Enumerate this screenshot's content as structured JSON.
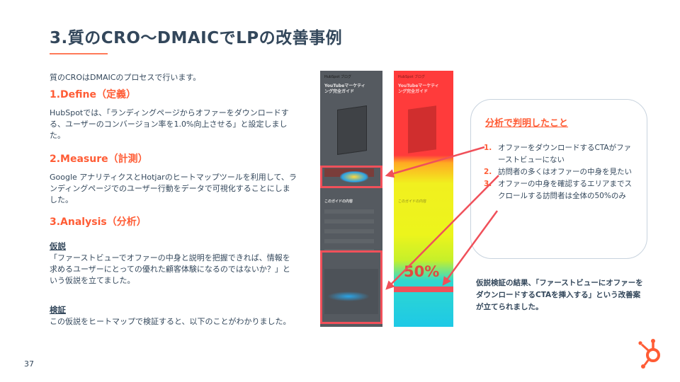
{
  "slide": {
    "title": "3.質のCRO〜DMAICでLPの改善事例",
    "page_number": "37"
  },
  "intro": "質のCROはDMAICのプロセスで行います。",
  "define": {
    "heading": "1.Define（定義）",
    "body": "HubSpotでは、「ランディングページからオファーをダウンロードする、ユーザーのコンバージョン率を1.0%向上させる」と設定しました。"
  },
  "measure": {
    "heading": "2.Measure（計測）",
    "body": "Google アナリティクスとHotjarのヒートマップツールを利用して、ランディングページでのユーザー行動をデータで可視化することにしました。"
  },
  "analysis": {
    "heading": "3.Analysis（分析）",
    "hypothesis_label": "仮説",
    "hypothesis_body": "「ファーストビューでオファーの中身と説明を把握できれば、情報を求めるユーザーにとっての優れた顧客体験になるのではないか？」という仮説を立てました。",
    "verification_label": "検証",
    "verification_body": "この仮説をヒートマップで検証すると、以下のことがわかりました。"
  },
  "heatmap": {
    "brand_label": "HubSpot ブログ",
    "lp_title": "YouTubeマーケティング完全ガイド",
    "toc_heading": "このガイドの内容",
    "percent_label": "50%",
    "colors": {
      "hot": "#ff3b3b",
      "warm": "#f1f01f",
      "cool": "#1ec9e6",
      "highlight": "#f0505a"
    }
  },
  "findings_panel": {
    "title": "分析で判明したこと",
    "items": [
      {
        "num": "1.",
        "text": "オファーをダウンロードするCTAがファーストビューにない"
      },
      {
        "num": "2.",
        "text": "訪問者の多くはオファーの中身を見たい"
      },
      {
        "num": "3.",
        "text": "オファーの中身を確認するエリアまでスクロールする訪問者は全体の50%のみ"
      }
    ]
  },
  "conclusion": "仮説検証の結果、「ファーストビューにオファーをダウンロードするCTAを挿入する」という改善案が立てられました。",
  "brand": {
    "accent": "#ff5c35",
    "text": "#33475b",
    "logo_icon": "hubspot-sprocket-icon"
  }
}
